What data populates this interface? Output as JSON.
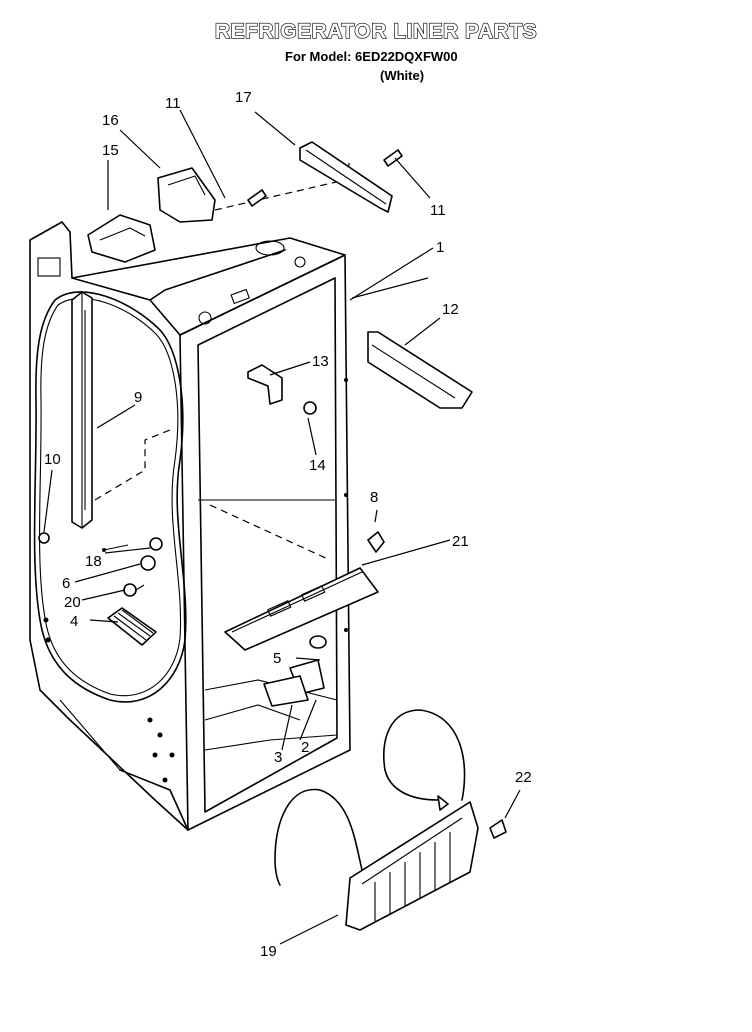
{
  "title": "REFRIGERATOR LINER PARTS",
  "subtitle": "For Model: 6ED22DQXFW00",
  "color_note": "(White)",
  "callouts": [
    "1",
    "2",
    "3",
    "4",
    "5",
    "6",
    "8",
    "9",
    "10",
    "11",
    "11",
    "12",
    "13",
    "14",
    "15",
    "16",
    "17",
    "18",
    "19",
    "20",
    "21",
    "22"
  ]
}
